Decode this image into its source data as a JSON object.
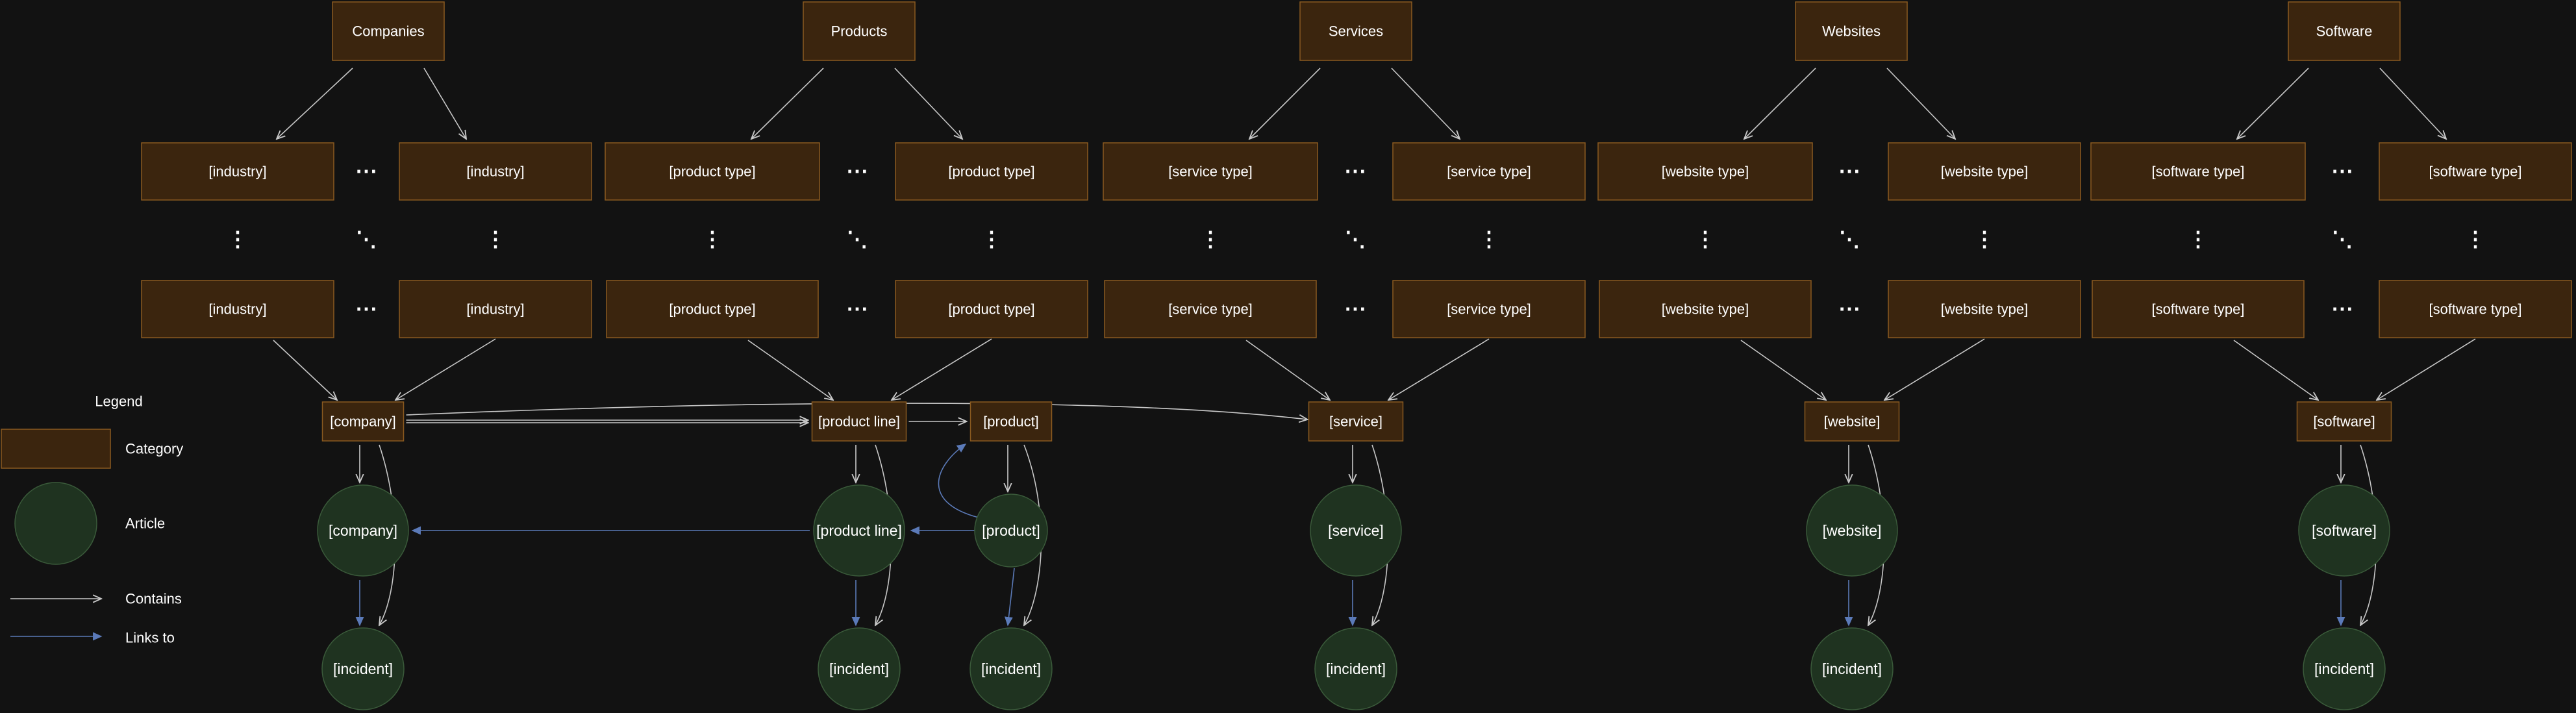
{
  "colors": {
    "background": "#121212",
    "category_fill": "#3b250e",
    "category_stroke": "#8a5a20",
    "article_fill": "#1f3320",
    "article_stroke": "#3a5a3a",
    "text": "#ffffff",
    "contains_arrow": "#c8c8c8",
    "links_arrow": "#5b7ab8"
  },
  "columns": [
    {
      "top_category": "Companies",
      "left_type": "[industry]",
      "right_type": "[industry]",
      "entity": "[company]",
      "article": "[company]",
      "incident": "[incident]"
    },
    {
      "top_category": "Products",
      "left_type": "[product type]",
      "right_type": "[product type]",
      "entity": "[product line]",
      "entity2": "[product]",
      "article": "[product line]",
      "article2": "[product]",
      "incident": "[incident]",
      "incident2": "[incident]"
    },
    {
      "top_category": "Services",
      "left_type": "[service type]",
      "right_type": "[service type]",
      "entity": "[service]",
      "article": "[service]",
      "incident": "[incident]"
    },
    {
      "top_category": "Websites",
      "left_type": "[website type]",
      "right_type": "[website type]",
      "entity": "[website]",
      "article": "[website]",
      "incident": "[incident]"
    },
    {
      "top_category": "Software",
      "left_type": "[software type]",
      "right_type": "[software type]",
      "entity": "[software]",
      "article": "[software]",
      "incident": "[incident]"
    }
  ],
  "legend": {
    "title": "Legend",
    "category": "Category",
    "article": "Article",
    "contains": "Contains",
    "links_to": "Links to"
  },
  "ellipsis": {
    "horizontal": "⋯",
    "vertical": "⋮",
    "diagonal": "⋱"
  }
}
